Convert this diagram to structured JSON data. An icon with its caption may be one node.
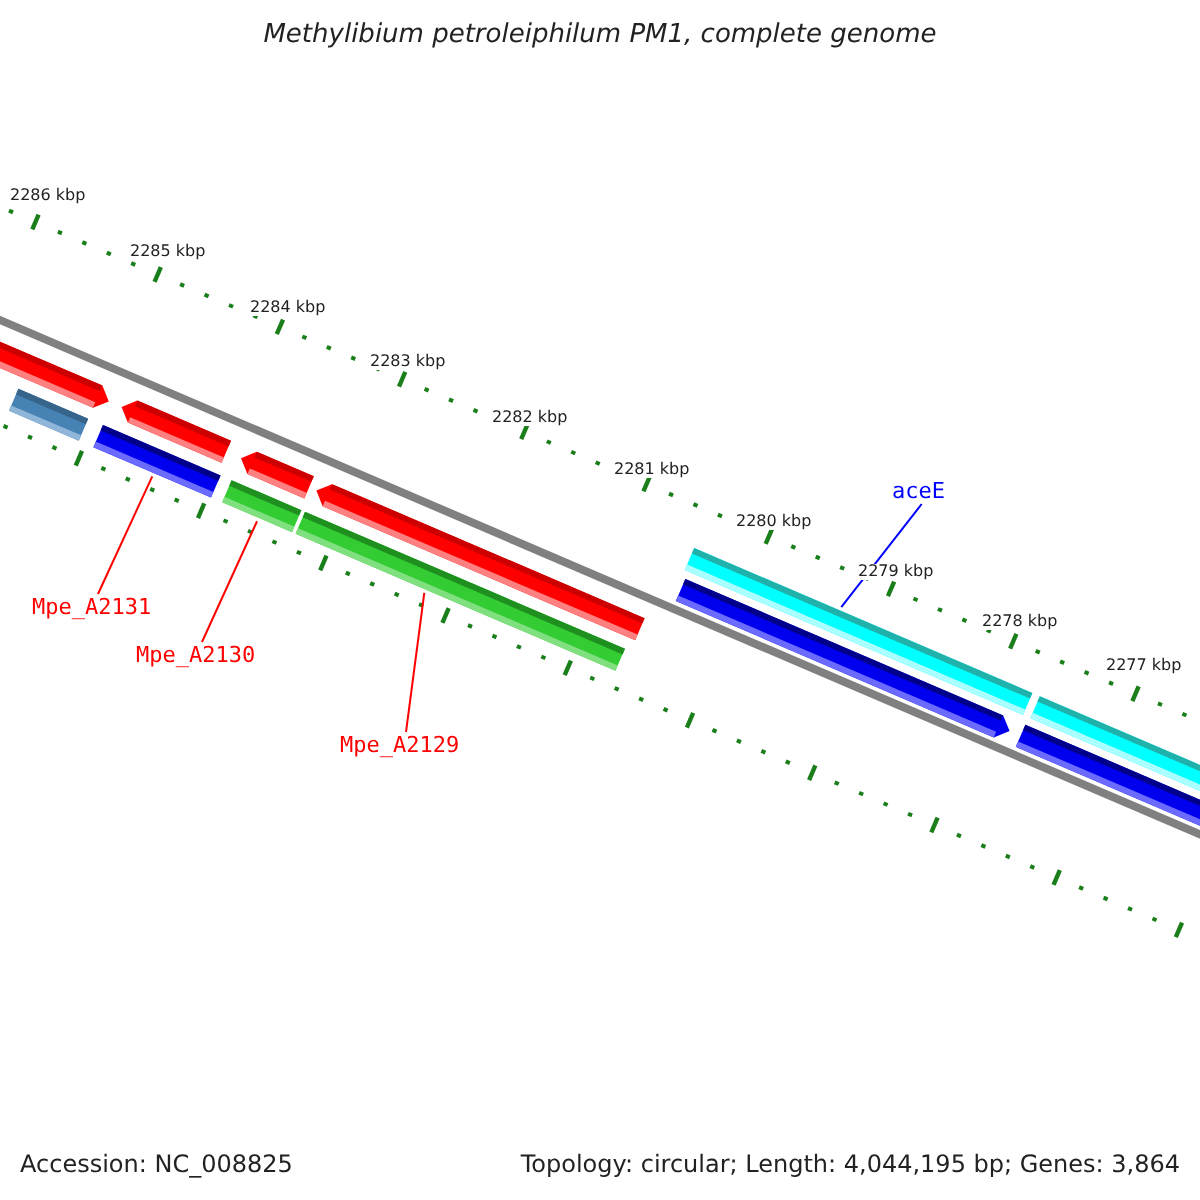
{
  "diagram": {
    "title": "Methylibium petroleiphilum PM1, complete genome",
    "nodes": [
      {
        "text": [
          "aceE"
        ]
      },
      {
        "text": [
          "Mpe_A2131"
        ]
      },
      {
        "text": [
          "Mpe_A2130"
        ]
      },
      {
        "text": [
          "Mpe_A2129"
        ]
      },
      {
        "text": [],
        "shape": "bar"
      },
      {
        "text": [],
        "shape": "bar"
      },
      {
        "text": [],
        "shape": "bar"
      },
      {
        "text": [],
        "shape": "bar"
      },
      {
        "text": [],
        "shape": "bar"
      },
      {
        "text": [],
        "shape": "bar"
      },
      {
        "text": [],
        "shape": "bar"
      },
      {
        "text": [],
        "shape": "bar"
      },
      {
        "text": [],
        "shape": "bar"
      },
      {
        "text": [],
        "shape": "bar"
      },
      {
        "text": [],
        "shape": "bar"
      },
      {
        "text": [],
        "shape": "bar"
      }
    ],
    "edges": [
      {
        "from": 1,
        "to": 6,
        "arrow": "none"
      },
      {
        "from": 2,
        "to": 8,
        "arrow": "none"
      },
      {
        "from": 3,
        "to": 10,
        "arrow": "none"
      },
      {
        "from": 0,
        "to": 13,
        "arrow": "none",
        "color": "#0000ff"
      }
    ],
    "labels": [
      "2286 kbp",
      "2285 kbp",
      "2284 kbp",
      "2283 kbp",
      "2282 kbp",
      "2281 kbp",
      "2280 kbp",
      "2279 kbp",
      "2278 kbp",
      "2277 kbp",
      "Accession: NC_008825",
      "Topology: circular; Length: 4,044,195 bp; Genes: 3,864"
    ]
  }
}
